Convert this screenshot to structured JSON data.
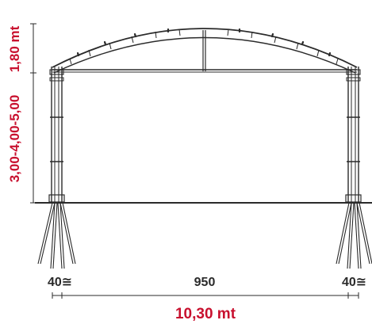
{
  "colors": {
    "dimension_accent": "#c8102e",
    "structure_line": "#2a2a2a",
    "background": "#ffffff"
  },
  "dimensions": {
    "roof_height_label": "1,80 mt",
    "stage_height_label": "3,00-4,00-5,00",
    "left_tower_label": "40≅",
    "span_label": "950",
    "right_tower_label": "40≅",
    "total_width_label": "10,30 mt"
  }
}
